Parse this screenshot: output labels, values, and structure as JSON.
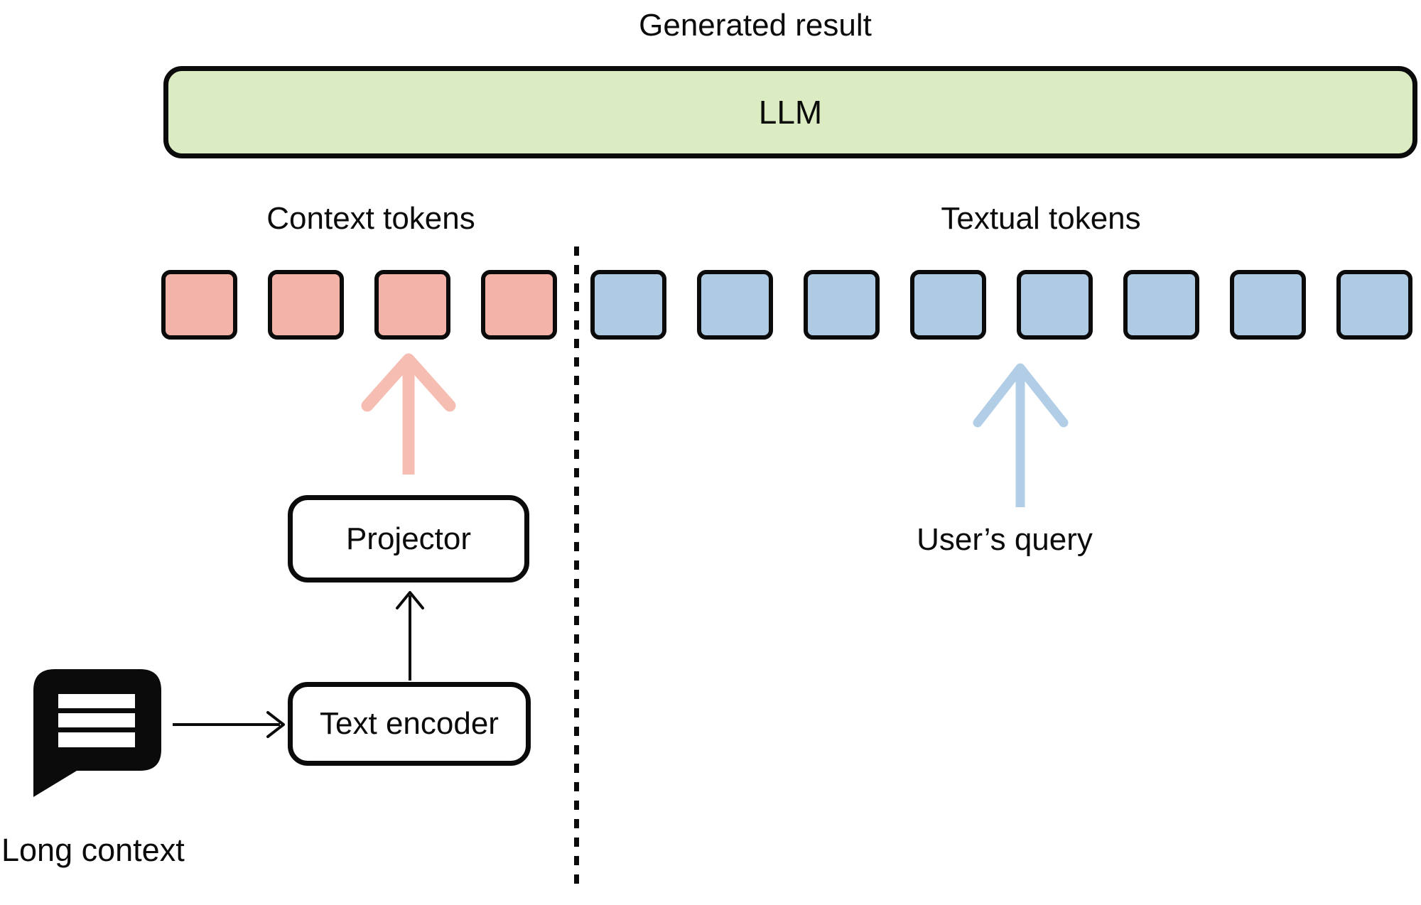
{
  "figure": {
    "title": "Generated result",
    "llm": {
      "label": "LLM",
      "fill": "#DBECC3"
    },
    "context": {
      "label": "Context tokens",
      "token_count": 4,
      "token_fill": "#F4B3A8",
      "arrow_color": "#F6BEB3"
    },
    "textual": {
      "label": "Textual tokens",
      "token_count": 8,
      "token_fill": "#AECBE3",
      "arrow_color": "#B2CEE6"
    },
    "projector": {
      "label": "Projector"
    },
    "text_encoder": {
      "label": "Text encoder"
    },
    "long_context": {
      "label": "Long context"
    },
    "users_query": {
      "label": "User’s query"
    },
    "line_color": "#0b0b0b"
  }
}
